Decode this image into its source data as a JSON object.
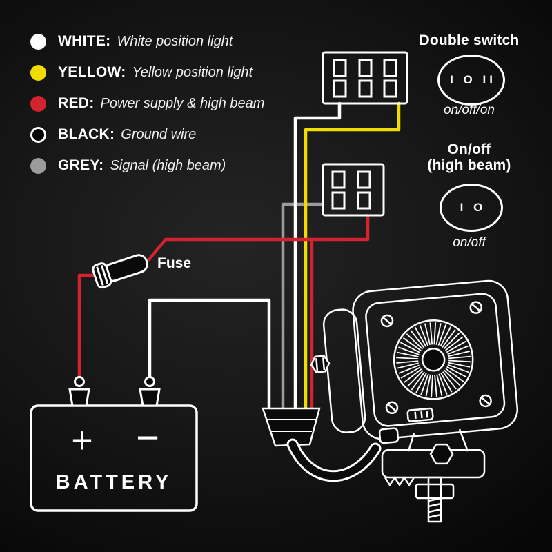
{
  "colors": {
    "white": "#ffffff",
    "yellow": "#f2dc00",
    "red": "#d2232e",
    "grey": "#9c9c9c",
    "black": "#000000"
  },
  "legend": {
    "items": [
      {
        "label": "WHITE:",
        "description": "White position light",
        "color": "#ffffff"
      },
      {
        "label": "YELLOW:",
        "description": "Yellow position light",
        "color": "#f2dc00"
      },
      {
        "label": "RED:",
        "description": "Power supply & high beam",
        "color": "#d2232e"
      },
      {
        "label": "BLACK:",
        "description": "Ground wire",
        "color": "#000000"
      },
      {
        "label": "GREY:",
        "description": "Signal (high beam)",
        "color": "#9c9c9c"
      }
    ]
  },
  "switches": {
    "double": {
      "title": "Double switch",
      "markings": "I O II",
      "mode": "on/off/on"
    },
    "high_beam": {
      "title_line1": "On/off",
      "title_line2": "(high beam)",
      "markings": "I O",
      "mode": "on/off"
    }
  },
  "fuse": {
    "label": "Fuse"
  },
  "battery": {
    "label": "BATTERY",
    "plus": "+",
    "minus": "−"
  }
}
